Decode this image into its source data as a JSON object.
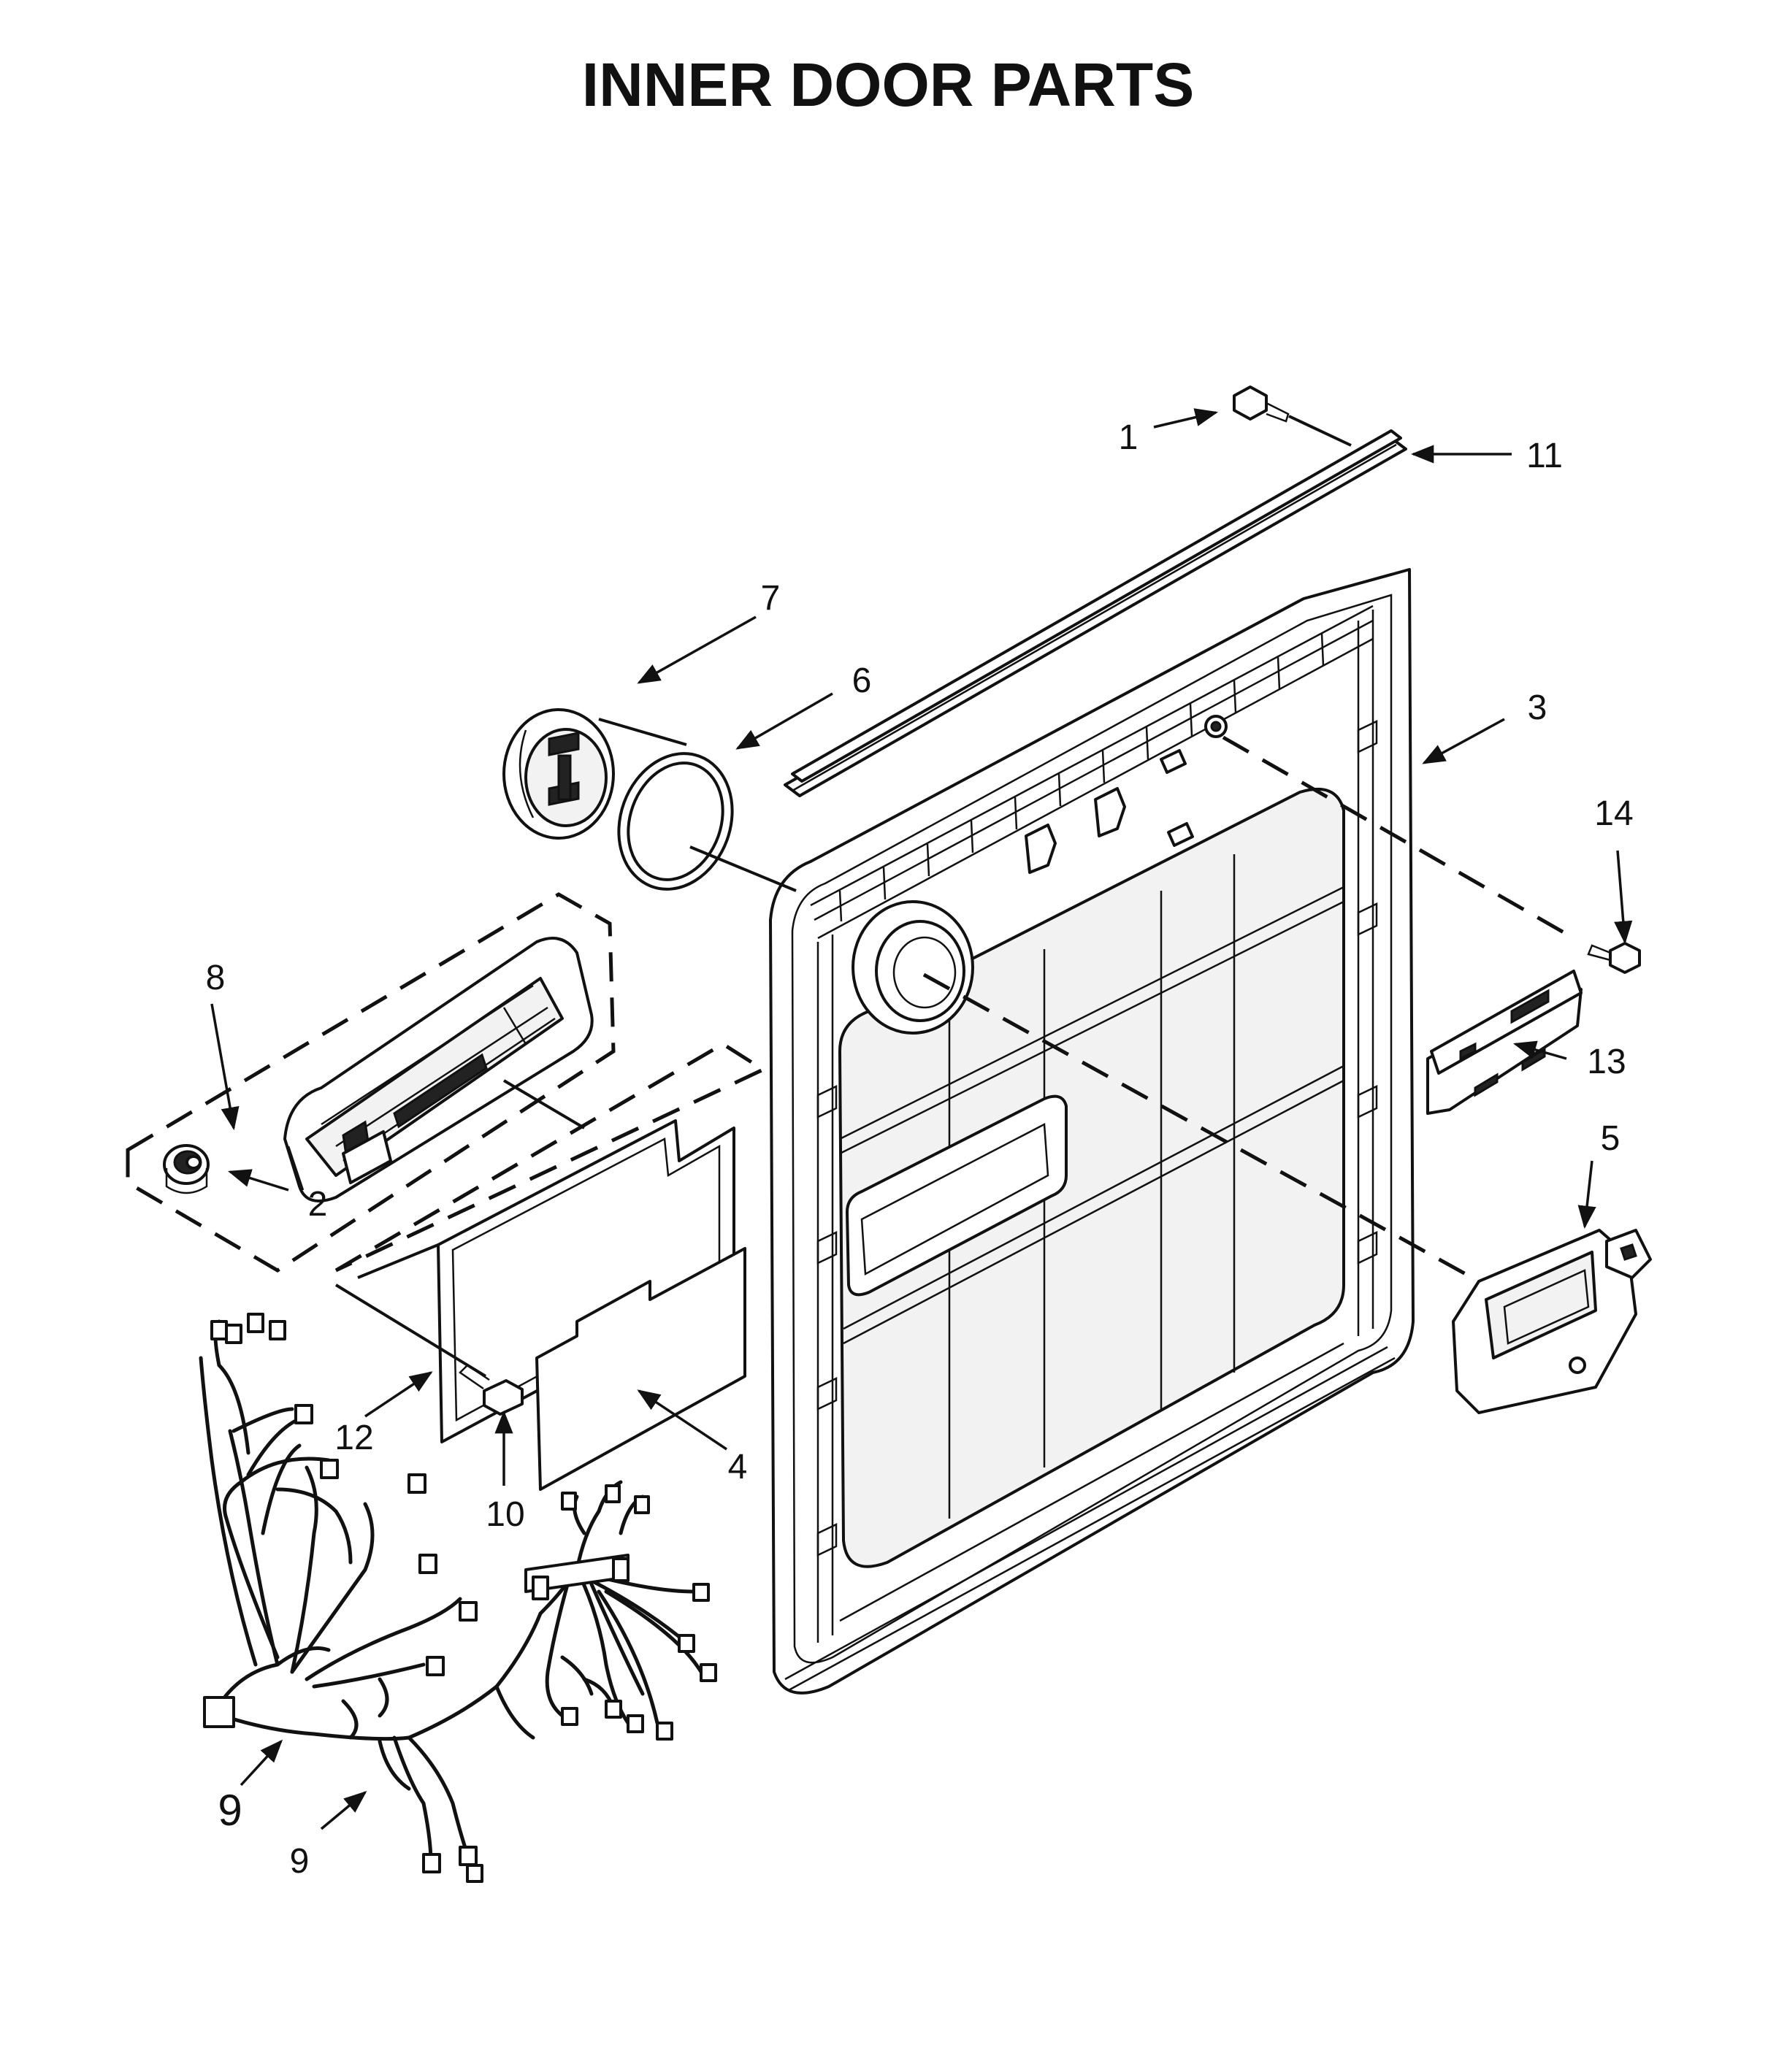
{
  "title": "INNER DOOR PARTS",
  "callouts": {
    "c1": "1",
    "c2": "2",
    "c3": "3",
    "c4": "4",
    "c5": "5",
    "c6": "6",
    "c7": "7",
    "c8": "8",
    "c9a": "9",
    "c9b": "9",
    "c10": "10",
    "c11": "11",
    "c12": "12",
    "c13": "13",
    "c14": "14"
  }
}
